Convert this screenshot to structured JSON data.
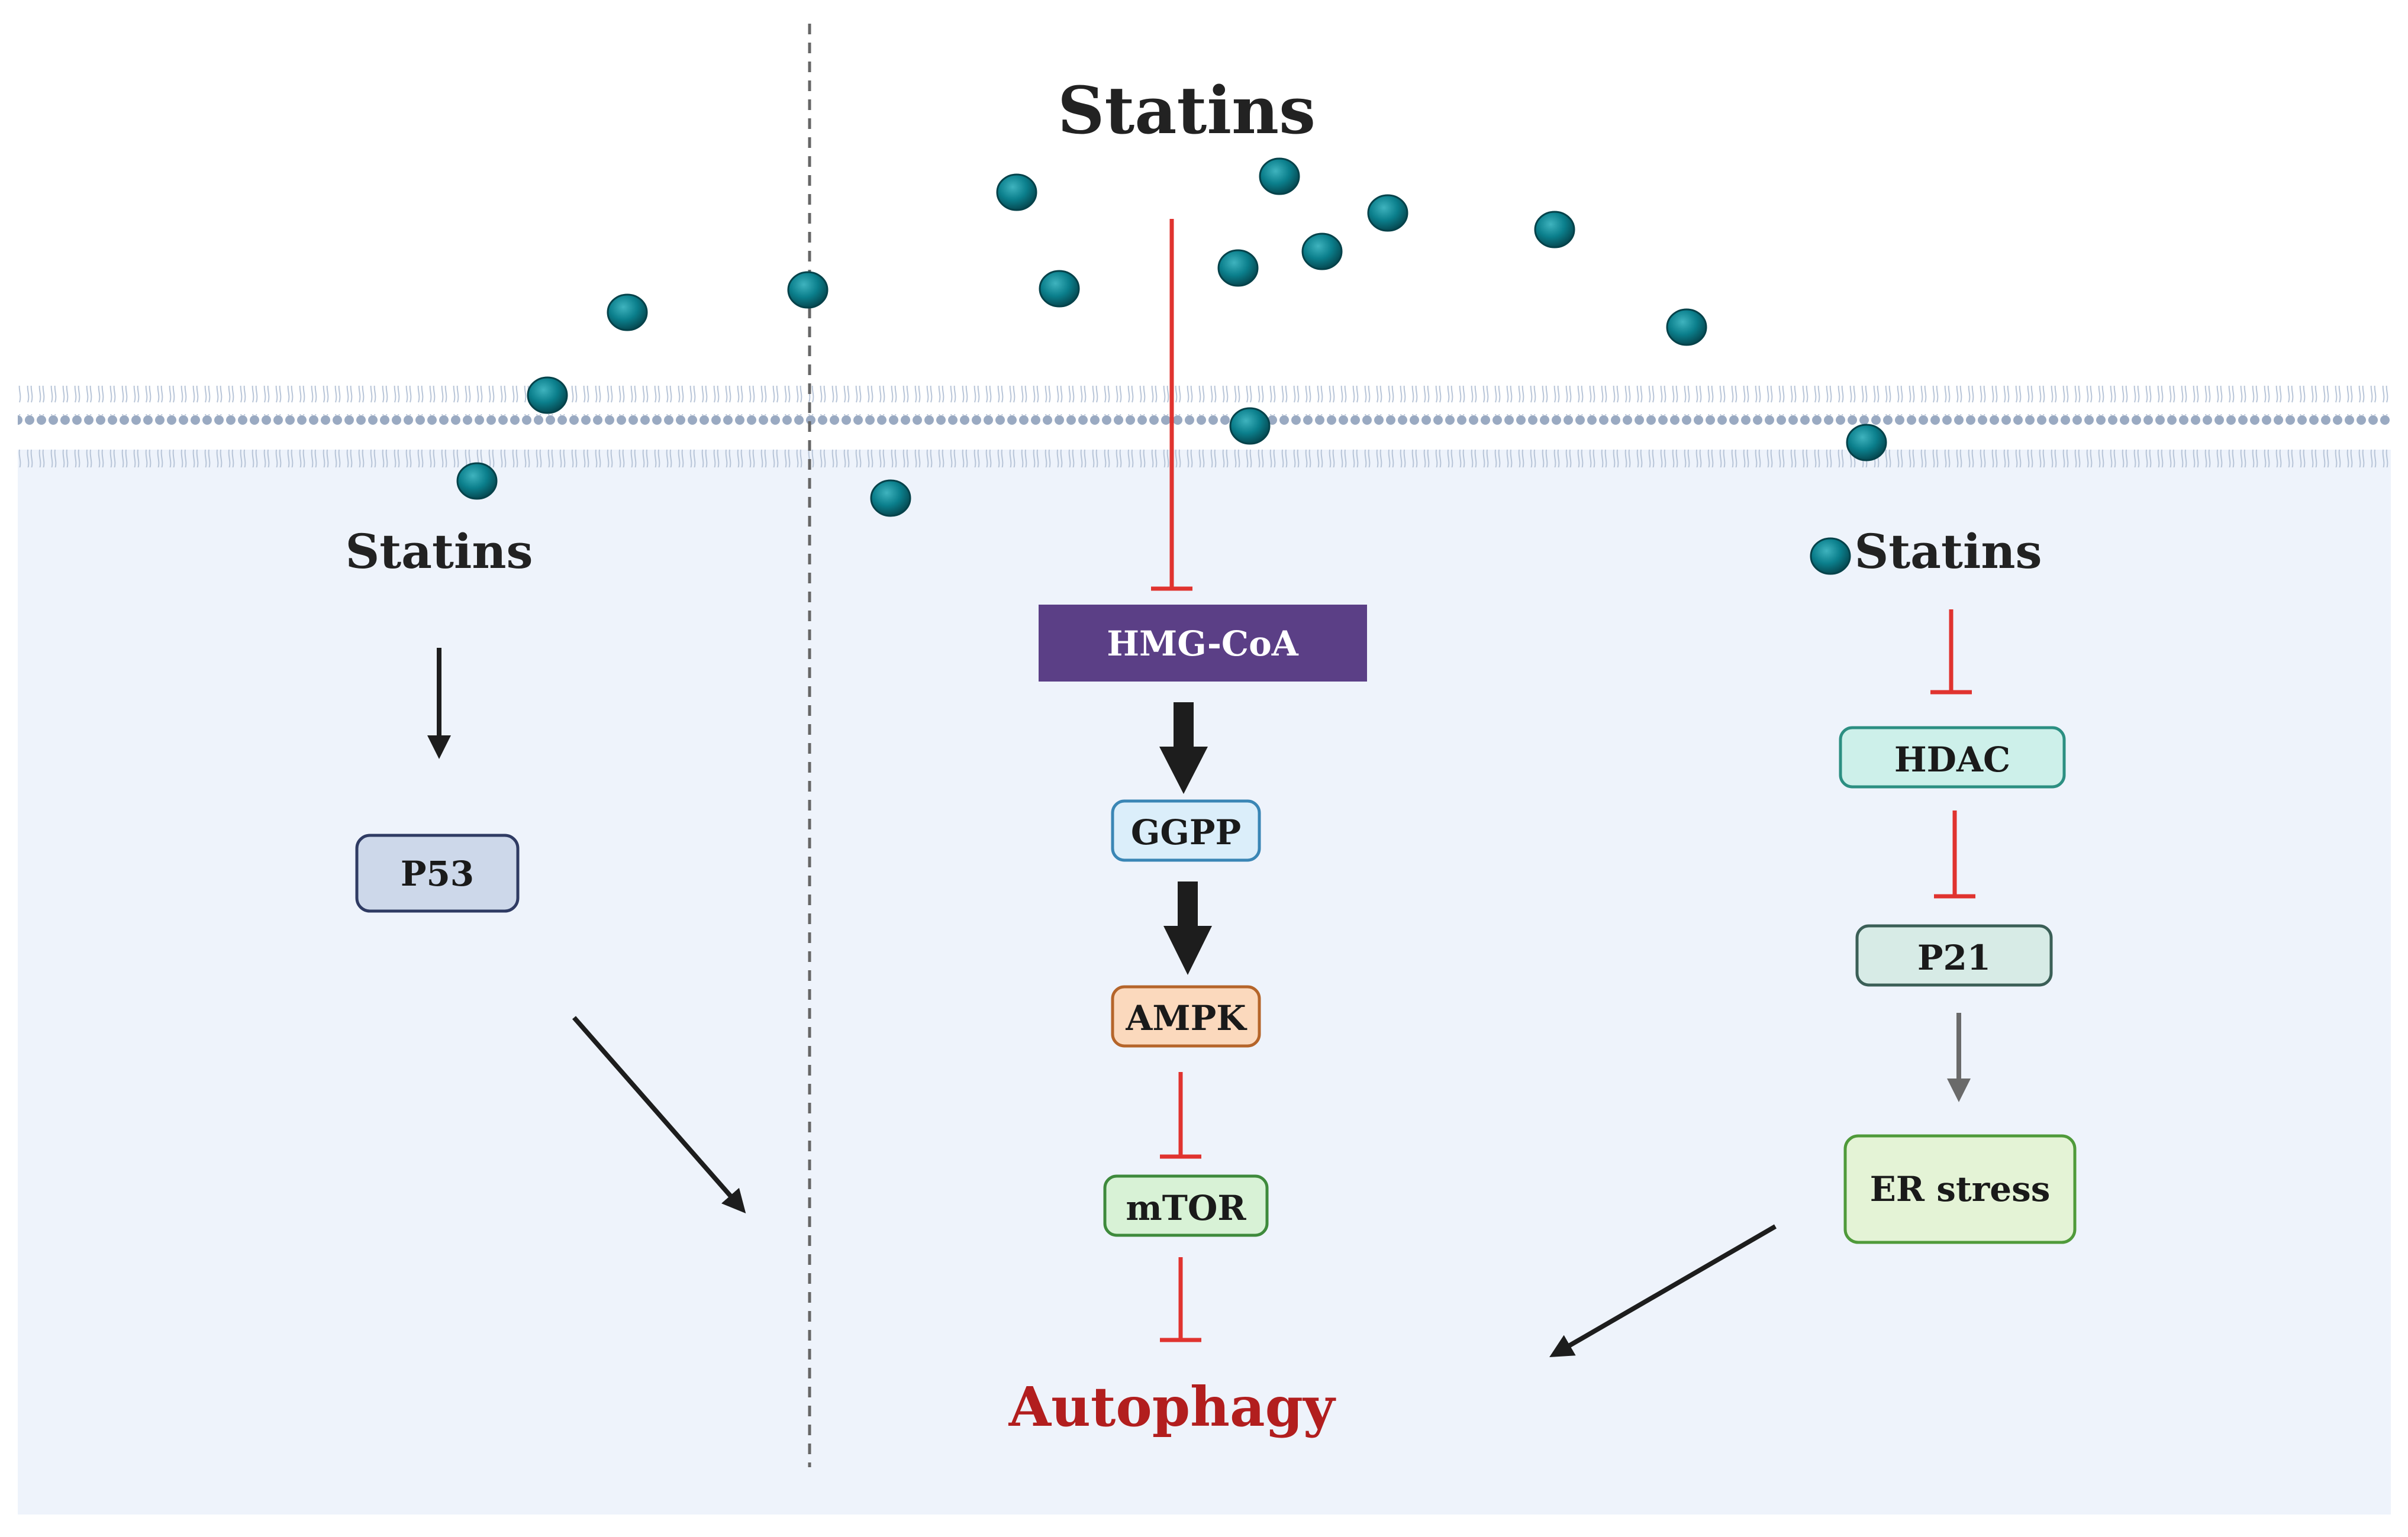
{
  "diagram": {
    "top_label": "Statins",
    "left_label": "Statins",
    "right_label": "Statins",
    "nodes": {
      "p53": "P53",
      "hmgcoa": "HMG-CoA",
      "ggpp": "GGPP",
      "ampk": "AMPK",
      "mtor": "mTOR",
      "hdac": "HDAC",
      "p21": "P21",
      "er_stress": "ER stress"
    },
    "outcome": "Autophagy",
    "colors": {
      "inhibit": "#e0332f",
      "outcome": "#b21e1e",
      "statin_dot": "#0b7f8c",
      "hmgcoa_fill": "#5b3f86",
      "cytoplasm": "#eef3fb",
      "membrane": "#9fb0c8"
    }
  }
}
